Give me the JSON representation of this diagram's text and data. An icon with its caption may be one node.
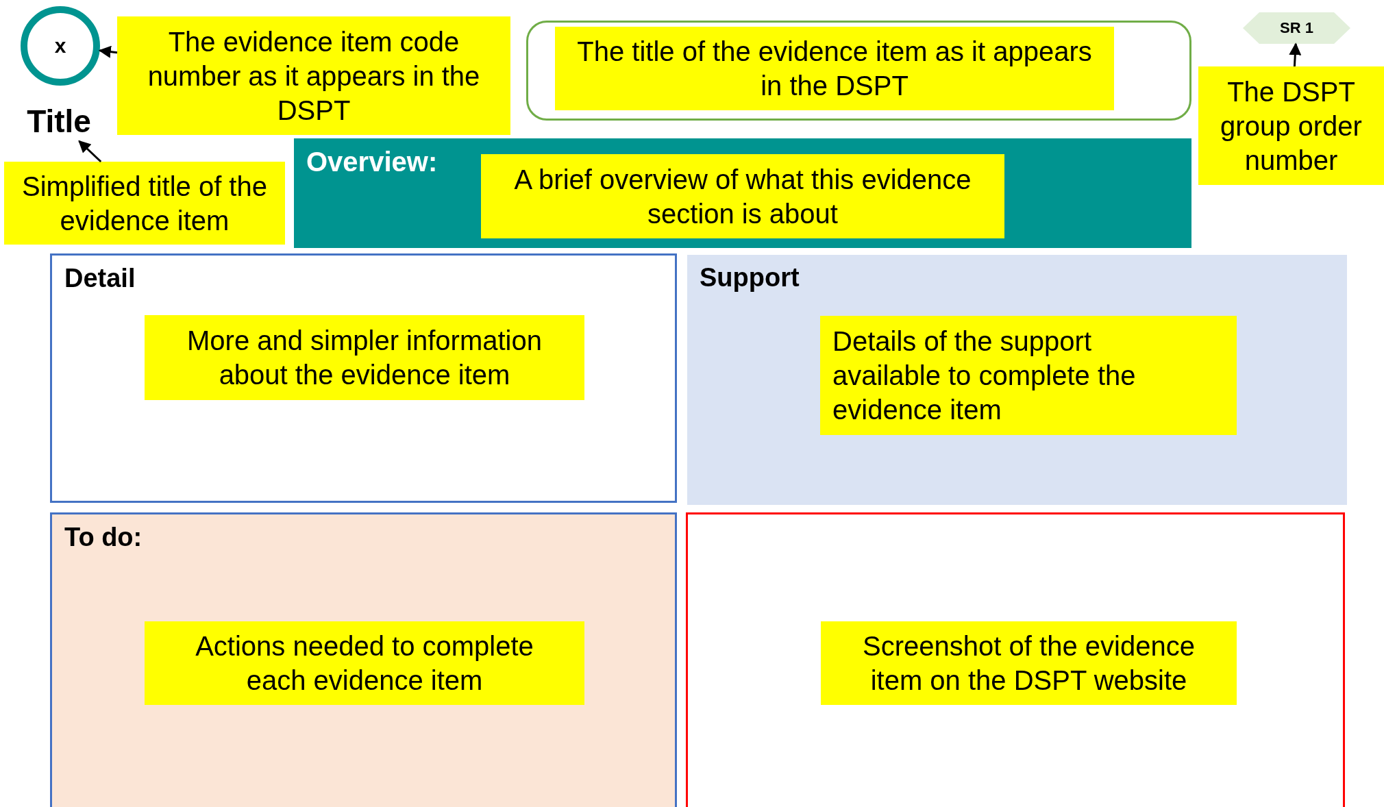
{
  "diagram": {
    "nodes": [
      {
        "text": [
          "x"
        ]
      },
      {
        "text": [
          "The evidence item code number as it appears in the DSPT"
        ]
      },
      {
        "text": [
          "Title"
        ]
      },
      {
        "text": [
          "Simplified title of the evidence item"
        ]
      },
      {
        "text": [],
        "shape": "box"
      },
      {
        "text": [
          "The title of the evidence item as it appears in the DSPT"
        ],
        "in": 4
      },
      {
        "text": [
          "SR 1"
        ]
      },
      {
        "text": [
          "The DSPT group order number"
        ]
      },
      {
        "text": [
          "Overview:"
        ]
      },
      {
        "text": [
          "A brief overview of what this evidence section is about"
        ],
        "in": 8
      },
      {
        "text": [
          "Detail"
        ]
      },
      {
        "text": [
          "More and simpler information about the evidence item"
        ],
        "in": 10
      },
      {
        "text": [
          "Support"
        ]
      },
      {
        "text": [
          "Details of the support available to complete the evidence item"
        ],
        "in": 12
      },
      {
        "text": [
          "To do:"
        ]
      },
      {
        "text": [
          "Actions needed to complete each evidence item"
        ],
        "in": 14
      },
      {
        "text": [],
        "shape": "box"
      },
      {
        "text": [
          "Screenshot of the evidence item on the DSPT website"
        ],
        "in": 16
      }
    ],
    "edges": [
      {
        "from": 1,
        "to": 0,
        "arrow": "to"
      },
      {
        "from": 3,
        "to": 2,
        "arrow": "to"
      },
      {
        "from": 7,
        "to": 6,
        "arrow": "to"
      }
    ]
  }
}
